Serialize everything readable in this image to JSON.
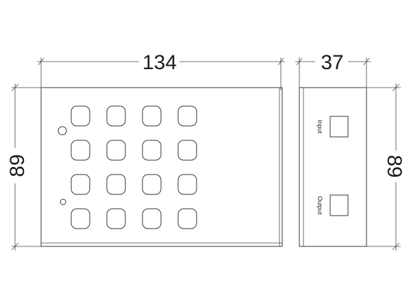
{
  "dimensions": {
    "front_width": "134",
    "front_height": "89",
    "side_depth": "37",
    "side_height": "89"
  },
  "ports": {
    "input_label": "Input",
    "output_label": "Output"
  },
  "keypad": {
    "rows": 4,
    "columns": 4,
    "indicators": 2
  },
  "colors": {
    "line": "#333333",
    "background": "#ffffff"
  }
}
